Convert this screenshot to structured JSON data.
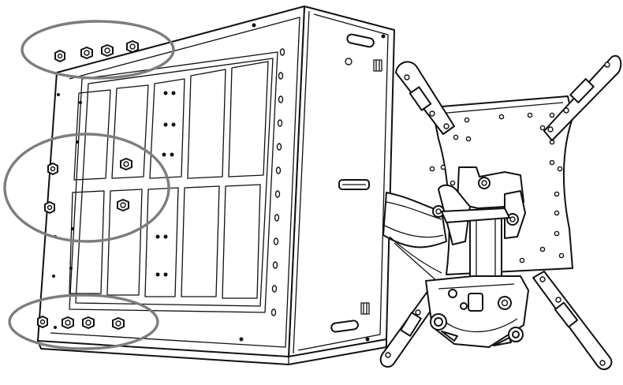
{
  "diagram": {
    "callout_color": "#7d7d7d",
    "line_color": "#111111",
    "background": "#ffffff",
    "components": [
      {
        "name": "wall-box-enclosure"
      },
      {
        "name": "tilt-bracket-assembly"
      },
      {
        "name": "vesa-mounting-plate"
      },
      {
        "name": "adapter-arm"
      }
    ],
    "callouts": [
      {
        "group": "top-nuts",
        "count": 4
      },
      {
        "group": "middle-nuts",
        "count": 4
      },
      {
        "group": "bottom-nuts",
        "count": 4
      }
    ]
  }
}
